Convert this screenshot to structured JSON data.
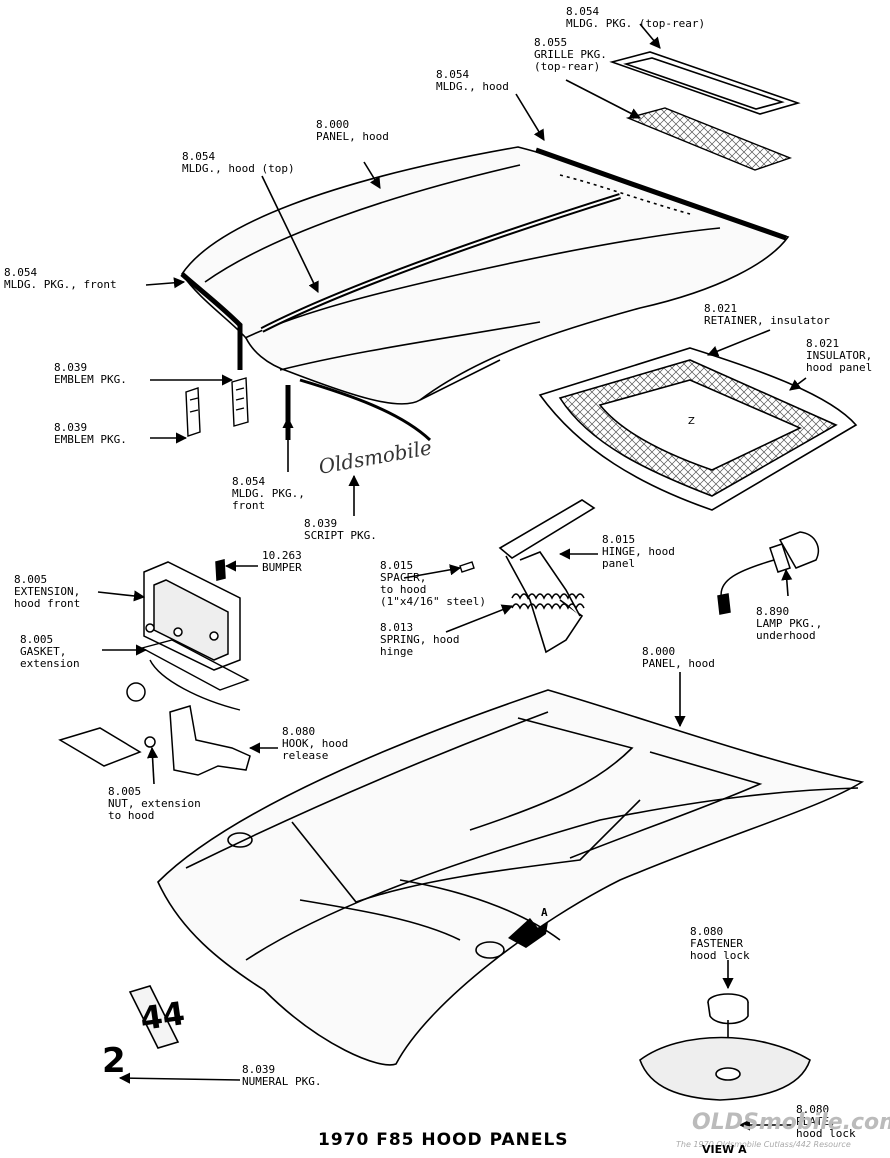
{
  "title": "1970 F85  HOOD PANELS",
  "view_label": "VIEW A",
  "arrow_letter": "A",
  "script_emblem_text": "Oldsmobile",
  "watermark": {
    "site": "OLDSmobile.com",
    "tagline": "The 1970 Oldsmobile Cutlass/442 Resource"
  },
  "callouts": {
    "mldg_pkg_top_rear": {
      "num": "8.054",
      "name": "MLDG. PKG. (top-rear)"
    },
    "grille_pkg": {
      "num": "8.055",
      "name": "GRILLE PKG.",
      "name2": "(top-rear)"
    },
    "mldg_hood": {
      "num": "8.054",
      "name": "MLDG., hood"
    },
    "panel_hood_top": {
      "num": "8.000",
      "name": "PANEL, hood"
    },
    "mldg_hood_top": {
      "num": "8.054",
      "name": "MLDG., hood (top)"
    },
    "mldg_pkg_front_left": {
      "num": "8.054",
      "name": "MLDG. PKG., front"
    },
    "retainer": {
      "num": "8.021",
      "name": "RETAINER, insulator"
    },
    "insulator": {
      "num": "8.021",
      "name": "INSULATOR,",
      "name2": "hood panel"
    },
    "emblem_pkg_1": {
      "num": "8.039",
      "name": "EMBLEM PKG."
    },
    "emblem_pkg_2": {
      "num": "8.039",
      "name": "EMBLEM PKG."
    },
    "mldg_pkg_front_center": {
      "num": "8.054",
      "name": "MLDG. PKG.,",
      "name2": "front"
    },
    "script_pkg": {
      "num": "8.039",
      "name": "SCRIPT PKG."
    },
    "bumper": {
      "num": "10.263",
      "name": "BUMPER"
    },
    "extension": {
      "num": "8.005",
      "name": "EXTENSION,",
      "name2": "hood front"
    },
    "spacer": {
      "num": "8.015",
      "name": "SPACER,",
      "name2": "to hood",
      "name3": "(1\"x4/16\" steel)"
    },
    "hinge": {
      "num": "8.015",
      "name": "HINGE, hood",
      "name2": "panel"
    },
    "spring": {
      "num": "8.013",
      "name": "SPRING, hood",
      "name2": "hinge"
    },
    "lamp": {
      "num": "8.890",
      "name": "LAMP PKG.,",
      "name2": "underhood"
    },
    "gasket": {
      "num": "8.005",
      "name": "GASKET,",
      "name2": "extension"
    },
    "panel_hood_bottom": {
      "num": "8.000",
      "name": "PANEL, hood"
    },
    "hook": {
      "num": "8.080",
      "name": "HOOK, hood",
      "name2": "release"
    },
    "nut": {
      "num": "8.005",
      "name": "NUT, extension",
      "name2": "to hood"
    },
    "fastener": {
      "num": "8.080",
      "name": "FASTENER",
      "name2": "hood lock"
    },
    "numeral": {
      "num": "8.039",
      "name": "NUMERAL PKG."
    },
    "plate": {
      "num": "8.080",
      "name": "PLATE,",
      "name2": "hood lock"
    }
  }
}
